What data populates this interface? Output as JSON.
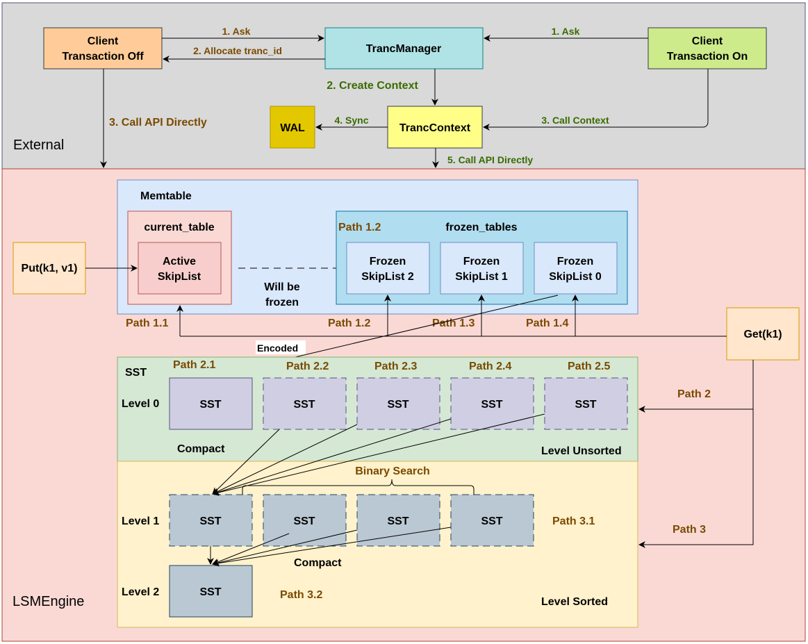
{
  "regions": {
    "external": "External",
    "lsm_engine": "LSMEngine"
  },
  "colors": {
    "external_bg": "#d9d9d9",
    "lsm_bg": "#fad9d5",
    "memtable_bg": "#dae8fc",
    "frozen_group_bg": "#b1ddf0",
    "current_table_bg": "#fad9d5",
    "active_skiplist_bg": "#f8cecc",
    "level0_bg": "#d5e8d4",
    "sorted_bg": "#fff2cc",
    "sst0_bg": "#d0cee2",
    "sst_sorted_bg": "#bac8d3",
    "client_off_bg": "#ffcc99",
    "tranc_manager_bg": "#b0e3e6",
    "client_on_bg": "#cdeb8b",
    "tranc_context_bg": "#ffff88",
    "wal_bg": "#e3c800",
    "op_bg": "#ffe6cc",
    "label_brown": "#7a4a00",
    "label_green": "#3a6b00"
  },
  "external": {
    "client_off": [
      "Client",
      "Transaction Off"
    ],
    "tranc_manager": "TrancManager",
    "client_on": [
      "Client",
      "Transaction On"
    ],
    "tranc_context": "TrancContext",
    "wal": "WAL",
    "edges": {
      "ask_left": "1. Ask",
      "allocate": "2. Allocate tranc_id",
      "ask_right": "1. Ask",
      "create_context": "2. Create Context",
      "call_api_off": "3. Call API Directly",
      "sync": "4. Sync",
      "call_context": "3. Call Context",
      "call_api_ctx": "5. Call API Directly"
    }
  },
  "memtable": {
    "title": "Memtable",
    "current_table": "current_table",
    "active_skiplist": [
      "Active",
      "SkipList"
    ],
    "will_be_frozen": [
      "Will be",
      "frozen"
    ],
    "frozen_group": "frozen_tables",
    "frozen_group_path": "Path 1.2",
    "frozen": [
      [
        "Frozen",
        "SkipList 2"
      ],
      [
        "Frozen",
        "SkipList 1"
      ],
      [
        "Frozen",
        "SkipList 0"
      ]
    ]
  },
  "ops": {
    "put": "Put(k1, v1)",
    "get": "Get(k1)"
  },
  "paths": {
    "p11": "Path 1.1",
    "p12": "Path 1.2",
    "p13": "Path 1.3",
    "p14": "Path 1.4",
    "encoded": "Encoded",
    "p2": "Path 2",
    "p3": "Path 3",
    "p21": "Path 2.1",
    "p22": "Path 2.2",
    "p23": "Path 2.3",
    "p24": "Path 2.4",
    "p25": "Path 2.5",
    "p31": "Path 3.1",
    "p32": "Path 3.2"
  },
  "sst": {
    "title": "SST",
    "level0": "Level 0",
    "level1": "Level 1",
    "level2": "Level 2",
    "sst_label": "SST",
    "compact_top": "Compact",
    "compact_bottom": "Compact",
    "level_unsorted": "Level Unsorted",
    "level_sorted": "Level Sorted",
    "binary_search": "Binary Search"
  }
}
